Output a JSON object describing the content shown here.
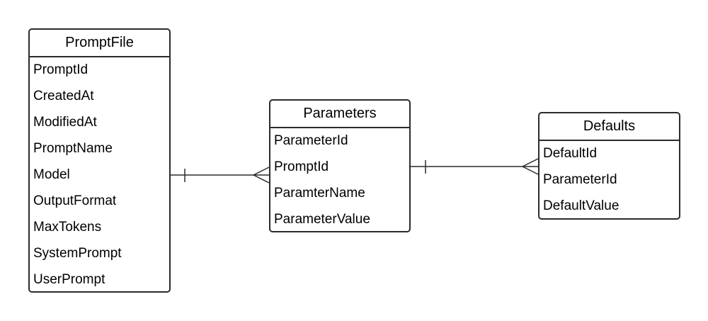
{
  "entities": [
    {
      "title": "PromptFile",
      "fields": [
        "PromptId",
        "CreatedAt",
        "ModifiedAt",
        "PromptName",
        "Model",
        "OutputFormat",
        "MaxTokens",
        "SystemPrompt",
        "UserPrompt"
      ]
    },
    {
      "title": "Parameters",
      "fields": [
        "ParameterId",
        "PromptId",
        "ParamterName",
        "ParameterValue"
      ]
    },
    {
      "title": "Defaults",
      "fields": [
        "DefaultId",
        "ParameterId",
        "DefaultValue"
      ]
    }
  ],
  "relationships": [
    {
      "from": "PromptFile",
      "to": "Parameters",
      "from_cardinality": "one",
      "to_cardinality": "many"
    },
    {
      "from": "Parameters",
      "to": "Defaults",
      "from_cardinality": "one",
      "to_cardinality": "many"
    }
  ],
  "colors": {
    "line": "#2b2b2b",
    "background": "#ffffff"
  }
}
